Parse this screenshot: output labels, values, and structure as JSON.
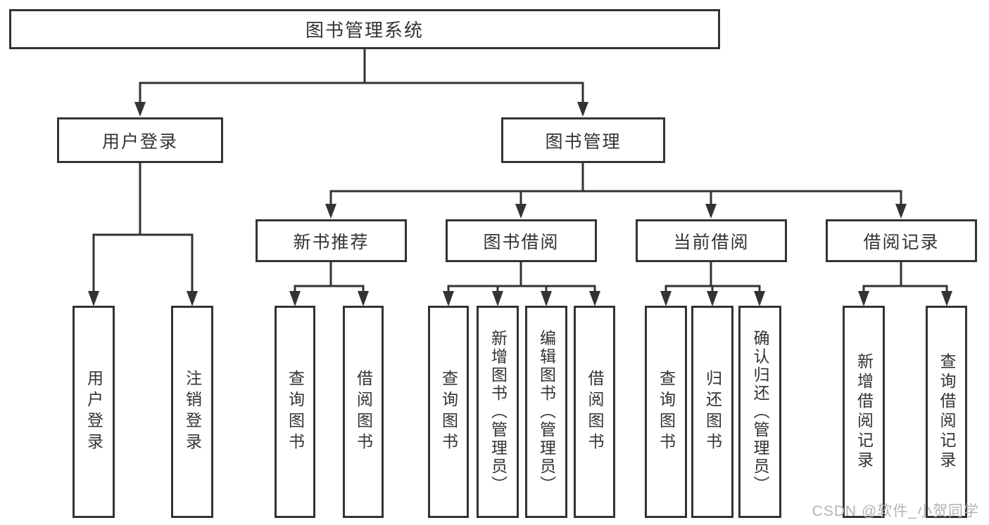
{
  "diagram": {
    "nodes": {
      "root": "图书管理系统",
      "user_login": "用户登录",
      "book_management": "图书管理",
      "new_book_recommend": "新书推荐",
      "book_borrowing": "图书借阅",
      "current_borrowing": "当前借阅",
      "borrowing_records": "借阅记录"
    },
    "leaves": {
      "user_login": [
        "用户登录",
        "注销登录"
      ],
      "new_book_recommend": [
        "查询图书",
        "借阅图书"
      ],
      "book_borrowing": [
        "查询图书",
        "新增图书（管理员）",
        "编辑图书（管理员）",
        "借阅图书"
      ],
      "current_borrowing": [
        "查询图书",
        "归还图书",
        "确认归还（管理员）"
      ],
      "borrowing_records": [
        "新增借阅记录",
        "查询借阅记录"
      ]
    },
    "watermark": "CSDN @软件_小贺同学",
    "colors": {
      "line": "#333333",
      "box_border": "#333333",
      "text": "#333333",
      "watermark": "#b4b4b4",
      "background": "#ffffff"
    }
  }
}
